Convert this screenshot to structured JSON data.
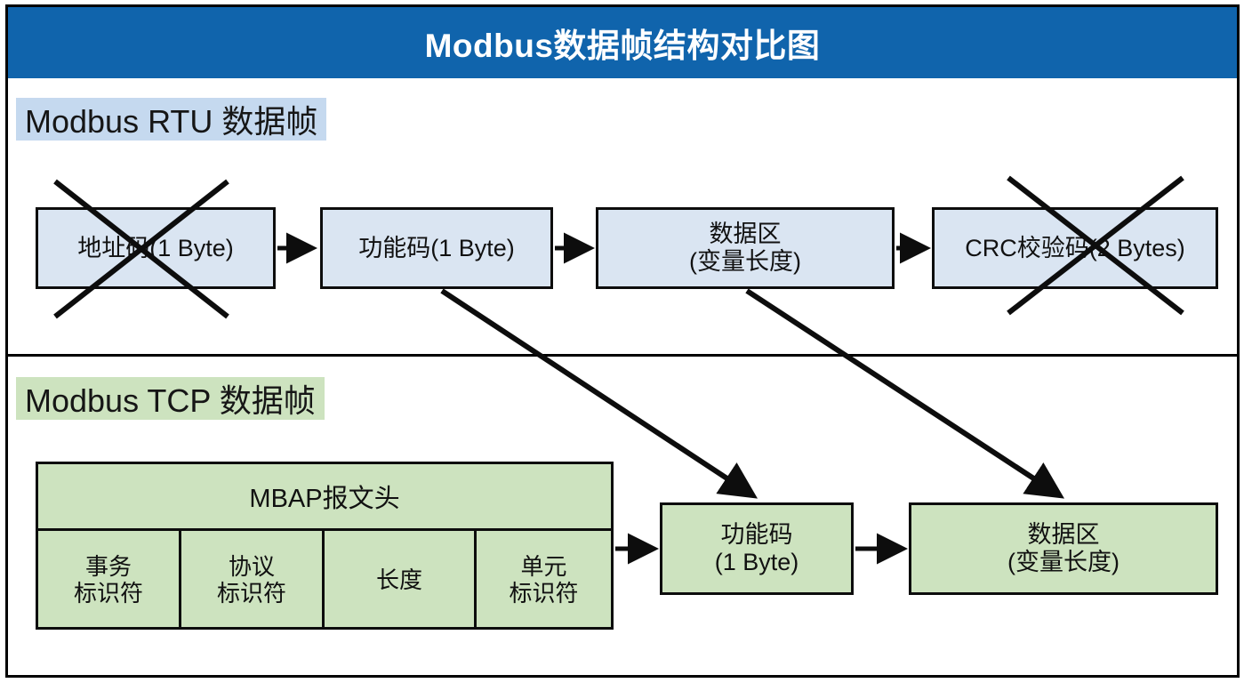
{
  "title": "Modbus数据帧结构对比图",
  "colors": {
    "title_bar": "#1064ac",
    "title_text": "#ffffff",
    "rtu_fill": "#dae5f2",
    "rtu_label_bg": "#c5d9ef",
    "tcp_fill": "#cde3bf",
    "tcp_label_bg": "#cde3bf",
    "stroke": "#0d0d0d",
    "page_bg": "#ffffff"
  },
  "sections": [
    {
      "id": "rtu",
      "label": "Modbus RTU 数据帧",
      "fields": [
        {
          "id": "rtu-address",
          "label": "地址码(1 Byte)",
          "crossed_out": true
        },
        {
          "id": "rtu-function",
          "label": "功能码(1 Byte)",
          "crossed_out": false
        },
        {
          "id": "rtu-data",
          "label": "数据区\n(变量长度)",
          "crossed_out": false
        },
        {
          "id": "rtu-crc",
          "label": "CRC校验码(2 Bytes)",
          "crossed_out": true
        }
      ]
    },
    {
      "id": "tcp",
      "label": "Modbus TCP 数据帧",
      "mbap": {
        "header": "MBAP报文头",
        "cells": [
          {
            "id": "mbap-transaction",
            "label": "事务\n标识符"
          },
          {
            "id": "mbap-protocol",
            "label": "协议\n标识符"
          },
          {
            "id": "mbap-length",
            "label": "长度"
          },
          {
            "id": "mbap-unit",
            "label": "单元\n标识符"
          }
        ]
      },
      "fields": [
        {
          "id": "tcp-function",
          "label": "功能码\n(1 Byte)"
        },
        {
          "id": "tcp-data",
          "label": "数据区\n(变量长度)"
        }
      ]
    }
  ],
  "connectors": [
    {
      "id": "rtu-address-to-function",
      "kind": "arrow-right"
    },
    {
      "id": "rtu-function-to-data",
      "kind": "arrow-right"
    },
    {
      "id": "rtu-data-to-crc",
      "kind": "arrow-right"
    },
    {
      "id": "mbap-to-tcp-function",
      "kind": "arrow-right"
    },
    {
      "id": "tcp-function-to-tcp-data",
      "kind": "arrow-right"
    },
    {
      "id": "rtu-function-to-tcp-function",
      "kind": "arrow-diagonal"
    },
    {
      "id": "rtu-data-to-tcp-data",
      "kind": "arrow-diagonal"
    }
  ]
}
